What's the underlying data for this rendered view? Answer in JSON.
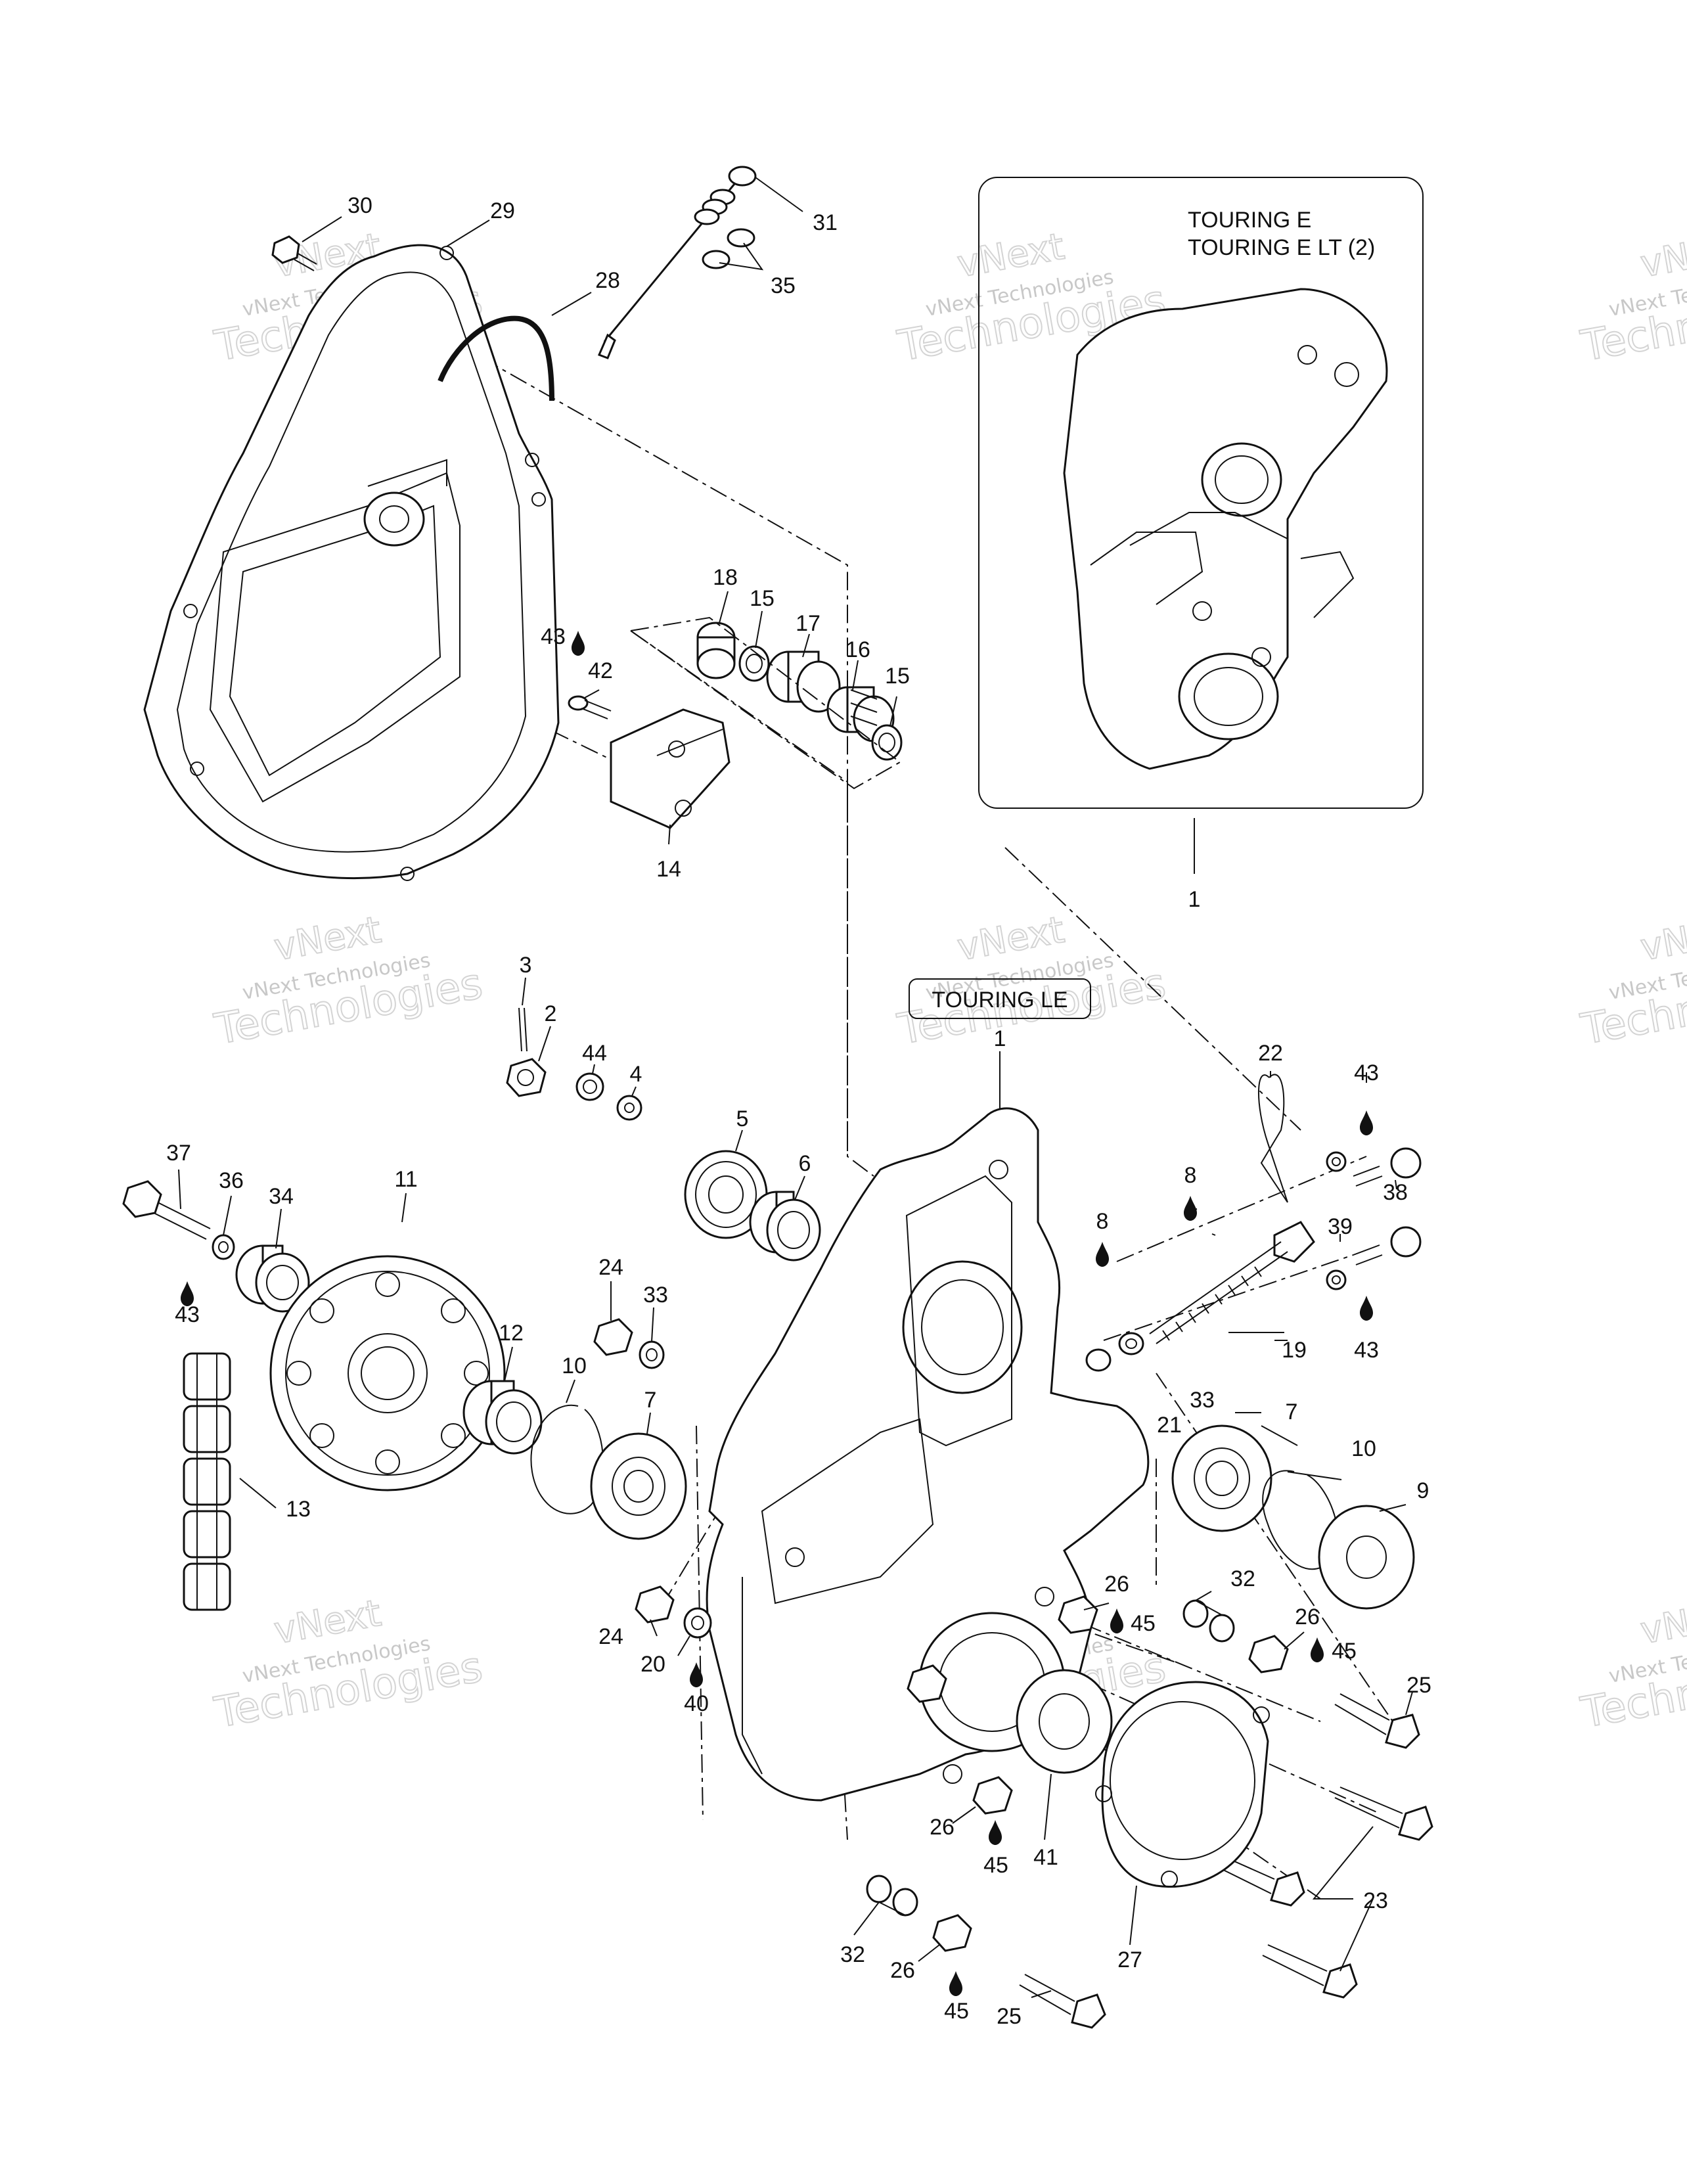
{
  "watermark": {
    "line1": "vNext",
    "line2": "vNext Technologies",
    "line3": "Technologies"
  },
  "boxes": {
    "touring_e": {
      "line1": "TOURING E",
      "line2": "TOURING E LT (2)"
    },
    "touring_le": {
      "label": "TOURING LE"
    }
  },
  "parts": [
    {
      "ref": "30"
    },
    {
      "ref": "29"
    },
    {
      "ref": "28"
    },
    {
      "ref": "31"
    },
    {
      "ref": "35"
    },
    {
      "ref": "18"
    },
    {
      "ref": "15"
    },
    {
      "ref": "17"
    },
    {
      "ref": "16"
    },
    {
      "ref": "15"
    },
    {
      "ref": "43"
    },
    {
      "ref": "42"
    },
    {
      "ref": "14"
    },
    {
      "ref": "1"
    },
    {
      "ref": "3"
    },
    {
      "ref": "2"
    },
    {
      "ref": "44"
    },
    {
      "ref": "4"
    },
    {
      "ref": "5"
    },
    {
      "ref": "6"
    },
    {
      "ref": "1"
    },
    {
      "ref": "22"
    },
    {
      "ref": "43"
    },
    {
      "ref": "8"
    },
    {
      "ref": "8"
    },
    {
      "ref": "38"
    },
    {
      "ref": "39"
    },
    {
      "ref": "43"
    },
    {
      "ref": "19"
    },
    {
      "ref": "33"
    },
    {
      "ref": "21"
    },
    {
      "ref": "7"
    },
    {
      "ref": "10"
    },
    {
      "ref": "9"
    },
    {
      "ref": "37"
    },
    {
      "ref": "36"
    },
    {
      "ref": "34"
    },
    {
      "ref": "11"
    },
    {
      "ref": "43"
    },
    {
      "ref": "24"
    },
    {
      "ref": "33"
    },
    {
      "ref": "12"
    },
    {
      "ref": "10"
    },
    {
      "ref": "7"
    },
    {
      "ref": "13"
    },
    {
      "ref": "26"
    },
    {
      "ref": "45"
    },
    {
      "ref": "32"
    },
    {
      "ref": "26"
    },
    {
      "ref": "45"
    },
    {
      "ref": "24"
    },
    {
      "ref": "20"
    },
    {
      "ref": "40"
    },
    {
      "ref": "25"
    },
    {
      "ref": "26"
    },
    {
      "ref": "45"
    },
    {
      "ref": "41"
    },
    {
      "ref": "23"
    },
    {
      "ref": "27"
    },
    {
      "ref": "32"
    },
    {
      "ref": "26"
    },
    {
      "ref": "45"
    },
    {
      "ref": "25"
    }
  ]
}
